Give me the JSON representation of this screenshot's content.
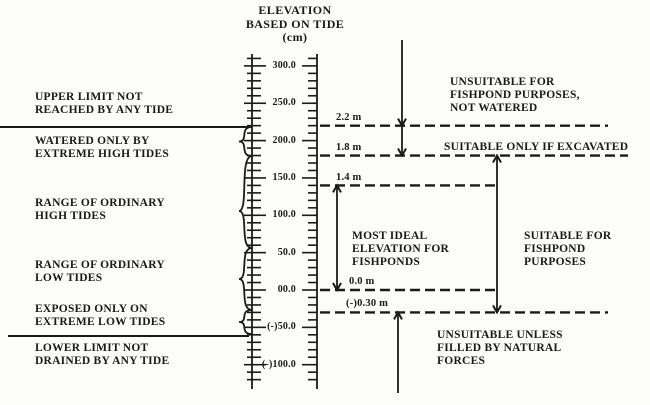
{
  "title": {
    "text": "ELEVATION\nBASED ON TIDE\n(cm)"
  },
  "ruler": {
    "unit": "cm",
    "tick_labels": [
      {
        "text": "300.0",
        "cm": 300
      },
      {
        "text": "250.0",
        "cm": 250
      },
      {
        "text": "200.0",
        "cm": 200
      },
      {
        "text": "150.0",
        "cm": 150
      },
      {
        "text": "100.0",
        "cm": 100
      },
      {
        "text": "50.0",
        "cm": 50
      },
      {
        "text": "00.0",
        "cm": 0
      },
      {
        "text": "(-)50.0",
        "cm": -50
      },
      {
        "text": "(-)100.0",
        "cm": -100
      }
    ]
  },
  "left_labels": [
    {
      "id": "upper-limit",
      "text": "UPPER LIMIT NOT\nREACHED BY ANY TIDE"
    },
    {
      "id": "watered-only",
      "text": "WATERED ONLY BY\nEXTREME HIGH TIDES"
    },
    {
      "id": "range-high",
      "text": "RANGE OF ORDINARY\nHIGH TIDES"
    },
    {
      "id": "range-low",
      "text": "RANGE OF ORDINARY\nLOW TIDES"
    },
    {
      "id": "exposed-only",
      "text": "EXPOSED ONLY ON\nEXTREME LOW TIDES"
    },
    {
      "id": "lower-limit",
      "text": "LOWER LIMIT NOT\nDRAINED BY ANY TIDE"
    }
  ],
  "right_labels": [
    {
      "id": "unsuitable-not-watered",
      "text": "UNSUITABLE FOR\nFISHPOND PURPOSES,\nNOT WATERED"
    },
    {
      "id": "suitable-if-excavated",
      "text": "SUITABLE ONLY IF EXCAVATED"
    },
    {
      "id": "most-ideal",
      "text": "MOST IDEAL\nELEVATION FOR\nFISHPONDS"
    },
    {
      "id": "suitable-for-fishpond",
      "text": "SUITABLE FOR\nFISHPOND\nPURPOSES"
    },
    {
      "id": "unsuitable-unless-filled",
      "text": "UNSUITABLE UNLESS\nFILLED BY NATURAL\nFORCES"
    }
  ],
  "elevation_markers": [
    {
      "text": "2.2 m",
      "cm": 220
    },
    {
      "text": "1.8 m",
      "cm": 180
    },
    {
      "text": "1.4 m",
      "cm": 140
    },
    {
      "text": "0.0 m",
      "cm": 0
    },
    {
      "text": "(-)0.30 m",
      "cm": -30
    }
  ],
  "colors": {
    "ink": "#1a1a1a",
    "paper": "#fcfcfa"
  }
}
